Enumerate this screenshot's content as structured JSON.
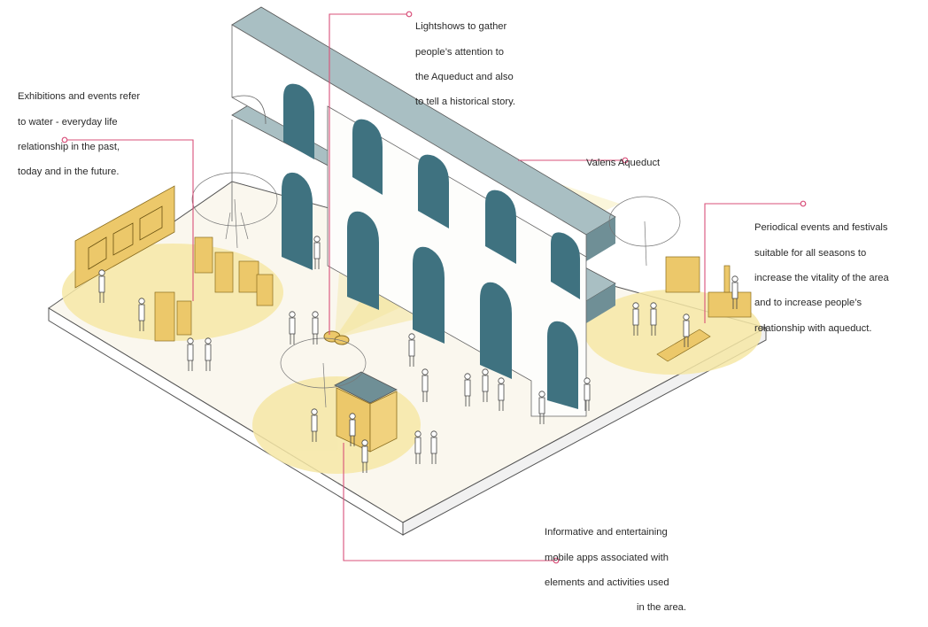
{
  "annotations": {
    "lightshows": [
      "Lightshows to gather",
      "people’s attention to",
      "the Aqueduct and also",
      "to tell a historical story."
    ],
    "exhibitions": [
      "Exhibitions and events refer",
      "to water - everyday life",
      "relationship in the past,",
      "today and in the future."
    ],
    "aqueduct": [
      "Valens Aqueduct"
    ],
    "festivals": [
      "Periodical events and festivals",
      "suitable for all seasons to",
      "increase the vitality of the area",
      "and to increase people’s",
      "relationship with aqueduct."
    ],
    "apps": [
      "Informative and entertaining",
      "mobile apps associated with",
      "elements and activities used",
      "in the area."
    ]
  },
  "colors": {
    "leader": "#d9507a",
    "aqueduct_face": "#ffffff",
    "aqueduct_top": "#a9bfc3",
    "aqueduct_side": "#6f8f96",
    "arch_fill": "#3f7280",
    "light_yellow": "#f6e7a6",
    "object_yellow": "#ecc86a",
    "ground": "#faf7ee",
    "outline": "#444444"
  }
}
